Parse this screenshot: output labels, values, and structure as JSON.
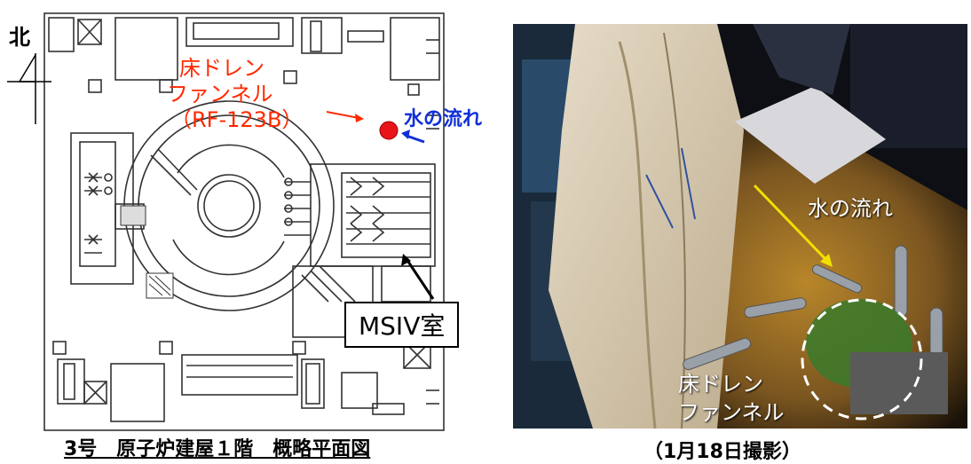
{
  "plan": {
    "north_label": "北",
    "floor_drain_label_line1": "床ドレン",
    "floor_drain_label_line2": "ファンネル",
    "floor_drain_label_line3": "（RF-123B）",
    "water_flow_label": "水の流れ",
    "msiv_label": "MSIV室",
    "caption": "3号　原子炉建屋１階　概略平面図"
  },
  "photo": {
    "water_flow_label": "水の流れ",
    "floor_drain_line1": "床ドレン",
    "floor_drain_line2": "ファンネル",
    "caption": "（1月18日撮影）"
  },
  "colors": {
    "red_label": "#ff2a00",
    "blue_label": "#1030d8",
    "marker_red": "#e8141a",
    "flow_arrow_yellow": "#f0e000"
  }
}
